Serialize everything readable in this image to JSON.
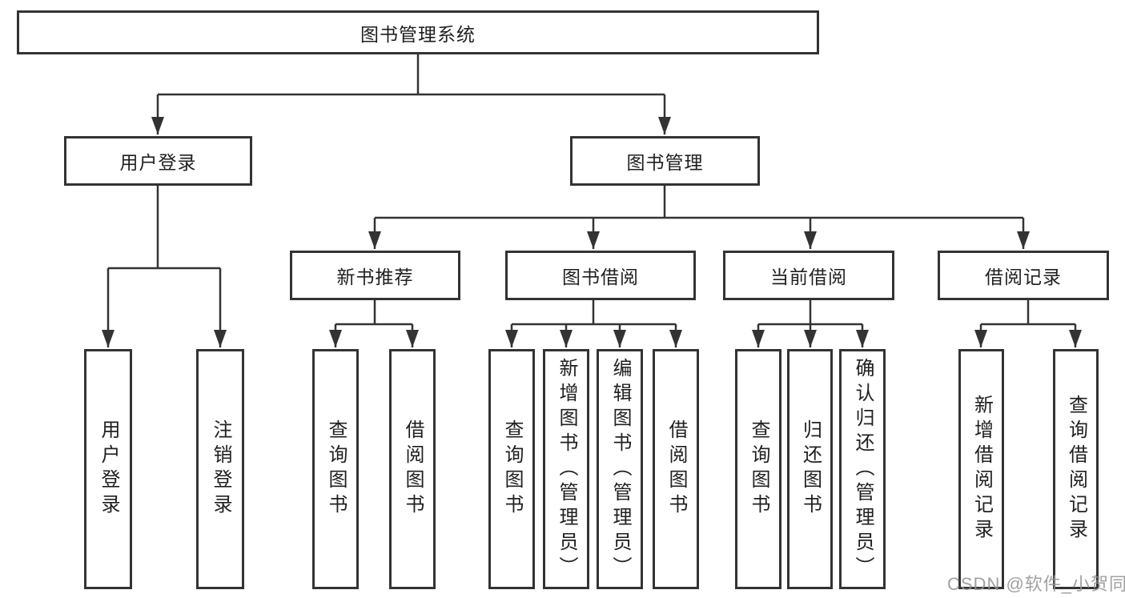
{
  "watermark": "CSDN @软件_小贺同学",
  "colors": {
    "line": "#333333",
    "box_border": "#333333",
    "text": "#1f1f1f",
    "watermark": "#949494",
    "background": "#ffffff"
  },
  "tree": {
    "label": "图书管理系统",
    "children": [
      {
        "label": "用户登录",
        "children": [
          {
            "label": "用户登录"
          },
          {
            "label": "注销登录"
          }
        ]
      },
      {
        "label": "图书管理",
        "children": [
          {
            "label": "新书推荐",
            "children": [
              {
                "label": "查询图书"
              },
              {
                "label": "借阅图书"
              }
            ]
          },
          {
            "label": "图书借阅",
            "children": [
              {
                "label": "查询图书"
              },
              {
                "label": "新增图书（管理员）"
              },
              {
                "label": "编辑图书（管理员）"
              },
              {
                "label": "借阅图书"
              }
            ]
          },
          {
            "label": "当前借阅",
            "children": [
              {
                "label": "查询图书"
              },
              {
                "label": "归还图书"
              },
              {
                "label": "确认归还（管理员）"
              }
            ]
          },
          {
            "label": "借阅记录",
            "children": [
              {
                "label": "新增借阅记录"
              },
              {
                "label": "查询借阅记录"
              }
            ]
          }
        ]
      }
    ]
  }
}
